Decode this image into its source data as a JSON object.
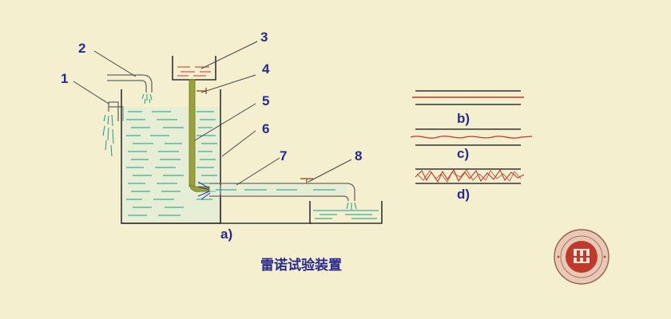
{
  "labels": {
    "l1": "1",
    "l2": "2",
    "l3": "3",
    "l4": "4",
    "l5": "5",
    "l6": "6",
    "l7": "7",
    "l8": "8"
  },
  "sub_labels": {
    "a": "a)",
    "b": "b)",
    "c": "c)",
    "d": "d)"
  },
  "caption": "雷诺试验装置",
  "colors": {
    "background": "#f3efcf",
    "water_line": "#1a9a8a",
    "dye": "#c0392b",
    "glass_outline": "#333333",
    "tube": "#9aa33a",
    "label": "#2a2a8c"
  }
}
